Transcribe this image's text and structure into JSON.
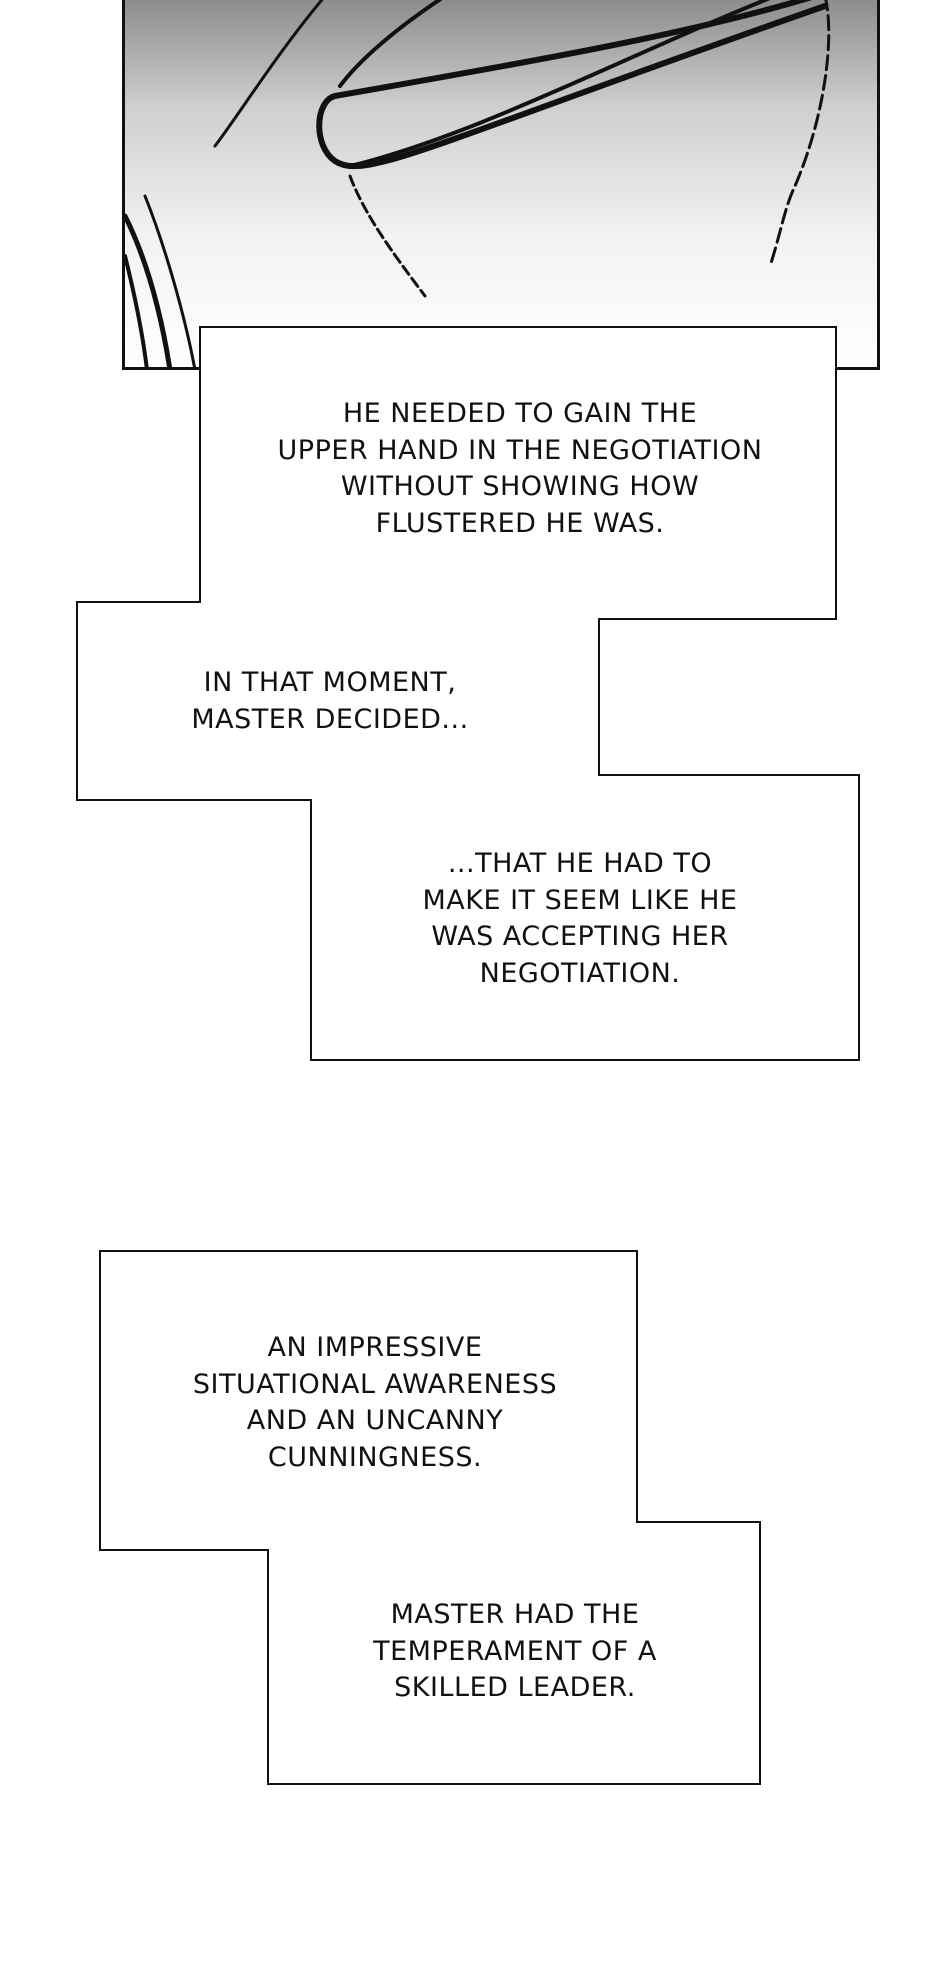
{
  "captions": {
    "c1": "HE NEEDED TO GAIN THE\nUPPER HAND IN THE NEGOTIATION\nWITHOUT SHOWING HOW\nFLUSTERED HE WAS.",
    "c2": "IN THAT MOMENT,\nMASTER DECIDED...",
    "c3": "...THAT HE HAD TO\nMAKE IT SEEM LIKE HE\nWAS ACCEPTING HER\nNEGOTIATION.",
    "c4": "AN IMPRESSIVE\nSITUATIONAL AWARENESS\nAND AN UNCANNY\nCUNNINGNESS.",
    "c5": "MASTER HAD THE\nTEMPERAMENT OF A\nSKILLED LEADER."
  },
  "colors": {
    "ink": "#111111",
    "background": "#ffffff"
  }
}
